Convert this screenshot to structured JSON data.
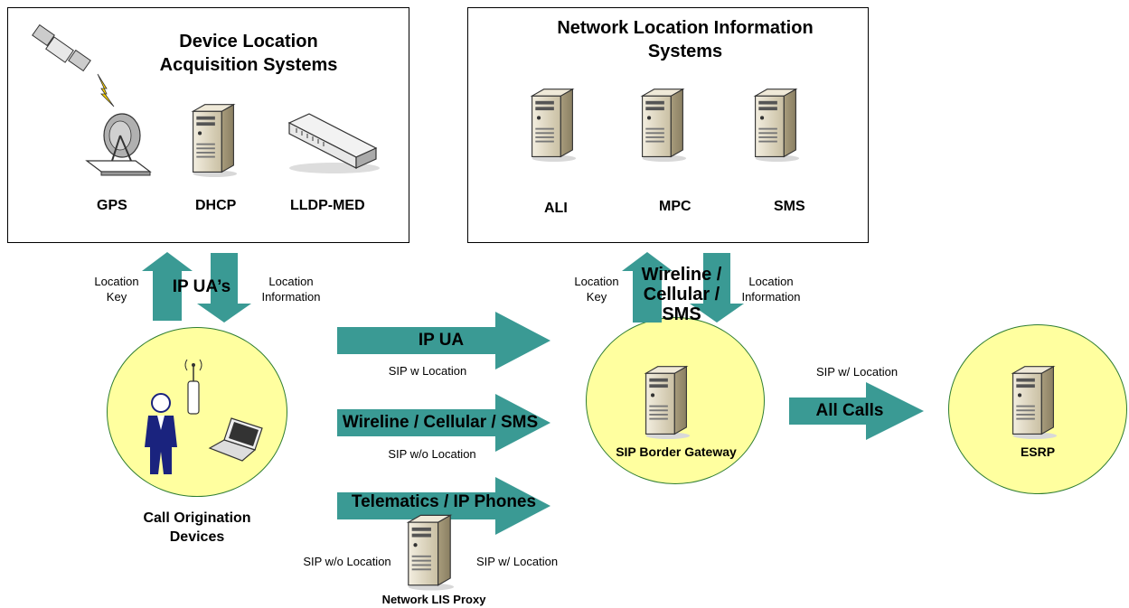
{
  "colors": {
    "arrow": "#3a9a94",
    "ellipse_fill": "#ffff9f",
    "ellipse_border": "#2e7d32"
  },
  "device_box": {
    "title": "Device Location Acquisition Systems",
    "items": [
      {
        "label": "GPS",
        "icon": "satellite-dish-icon"
      },
      {
        "label": "DHCP",
        "icon": "server-icon"
      },
      {
        "label": "LLDP-MED",
        "icon": "switch-icon"
      }
    ]
  },
  "network_box": {
    "title": "Network Location Information Systems",
    "items": [
      {
        "label": "ALI",
        "icon": "server-icon"
      },
      {
        "label": "MPC",
        "icon": "server-icon"
      },
      {
        "label": "SMS",
        "icon": "server-icon"
      }
    ]
  },
  "left_updown": {
    "key": "Location Key",
    "info": "Location Information",
    "center": "IP UA’s"
  },
  "right_updown": {
    "key": "Location Key",
    "info": "Location Information",
    "center": "Wireline / Cellular / SMS"
  },
  "flows": {
    "ip_ua": {
      "label": "IP UA",
      "sub": "SIP w Location"
    },
    "wireline": {
      "label": "Wireline / Cellular / SMS",
      "sub": "SIP w/o Location"
    },
    "telematics": {
      "label": "Telematics / IP Phones",
      "left_sub": "SIP w/o Location",
      "right_sub": "SIP w/ Location"
    },
    "all_calls": {
      "label": "All Calls",
      "sub": "SIP w/ Location"
    }
  },
  "nodes": {
    "origin": "Call Origination Devices",
    "gateway": "SIP Border Gateway",
    "esrp": "ESRP",
    "lis_proxy": "Network LIS Proxy"
  }
}
